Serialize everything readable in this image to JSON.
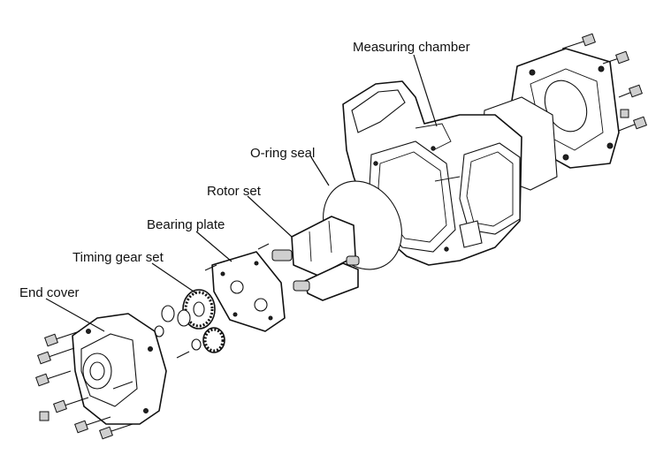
{
  "labels": {
    "measuring_chamber": "Measuring chamber",
    "o_ring_seal": "O-ring seal",
    "rotor_set": "Rotor set",
    "bearing_plate": "Bearing plate",
    "timing_gear_set": "Timing gear set",
    "end_cover": "End cover"
  }
}
